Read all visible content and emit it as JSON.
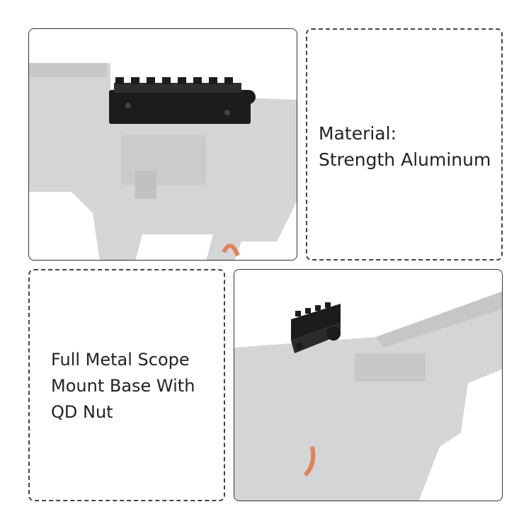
{
  "panels": {
    "material": {
      "title": "Material:",
      "value": "Strength Aluminum"
    },
    "description": {
      "line1": "Full Metal Scope",
      "line2": "Mount Base With",
      "line3": "QD Nut"
    }
  },
  "colors": {
    "rifle": "#d3d5d7",
    "rail": "#1c1c1e",
    "trigger": "#e0835a"
  }
}
